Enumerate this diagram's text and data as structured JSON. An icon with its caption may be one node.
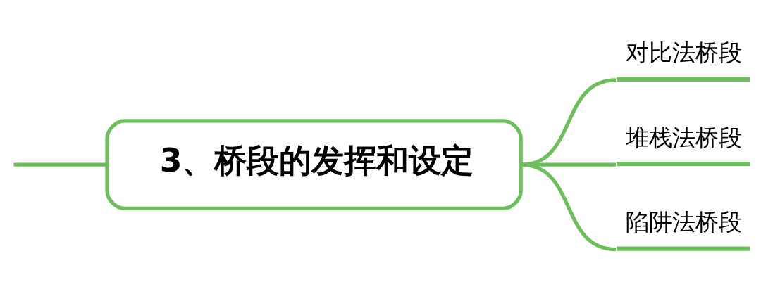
{
  "diagram": {
    "nodes": [
      {
        "text": [
          "3、桥段的发挥和设定"
        ]
      },
      {
        "text": [
          "对比法桥段"
        ]
      },
      {
        "text": [
          "堆栈法桥段"
        ]
      },
      {
        "text": [
          "陷阱法桥段"
        ]
      }
    ],
    "edges": [
      {
        "from": null,
        "to": 0,
        "arrow": "none"
      },
      {
        "from": 0,
        "to": 1,
        "arrow": "none"
      },
      {
        "from": 0,
        "to": 2,
        "arrow": "none"
      },
      {
        "from": 0,
        "to": 3,
        "arrow": "none"
      }
    ]
  }
}
